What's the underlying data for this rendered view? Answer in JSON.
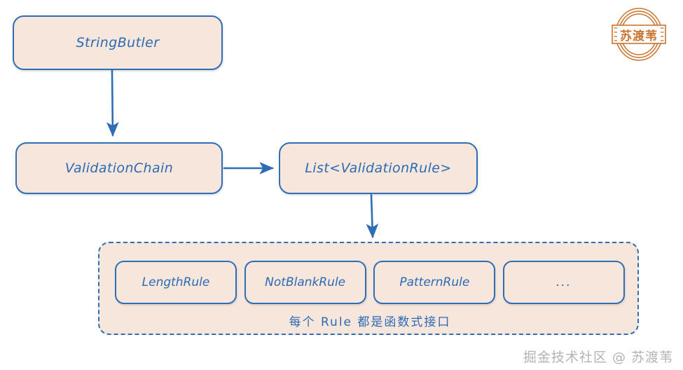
{
  "diagram": {
    "title": "StringButler validation chain structure",
    "nodes": {
      "root": {
        "label": "StringButler"
      },
      "chain": {
        "label": "ValidationChain"
      },
      "list": {
        "label": "List<ValidationRule>"
      }
    },
    "rules_group": {
      "caption": "每个 Rule 都是函数式接口",
      "items": [
        {
          "label": "LengthRule"
        },
        {
          "label": "NotBlankRule"
        },
        {
          "label": "PatternRule"
        },
        {
          "label": "..."
        }
      ]
    },
    "edges": [
      {
        "from": "StringButler",
        "to": "ValidationChain",
        "direction": "down"
      },
      {
        "from": "ValidationChain",
        "to": "List<ValidationRule>",
        "direction": "right"
      },
      {
        "from": "List<ValidationRule>",
        "to": "rules-group",
        "direction": "down"
      }
    ]
  },
  "seal": {
    "text": "苏渡苇",
    "color": "#c9742e"
  },
  "watermark": {
    "text": "掘金技术社区 @ 苏渡苇"
  },
  "colors": {
    "node_fill": "#f6e6dc",
    "node_stroke": "#2f6eb5",
    "text": "#2d6ab4",
    "background": "#ffffff",
    "seal": "#c9742e",
    "watermark": "#9a9a9a"
  }
}
